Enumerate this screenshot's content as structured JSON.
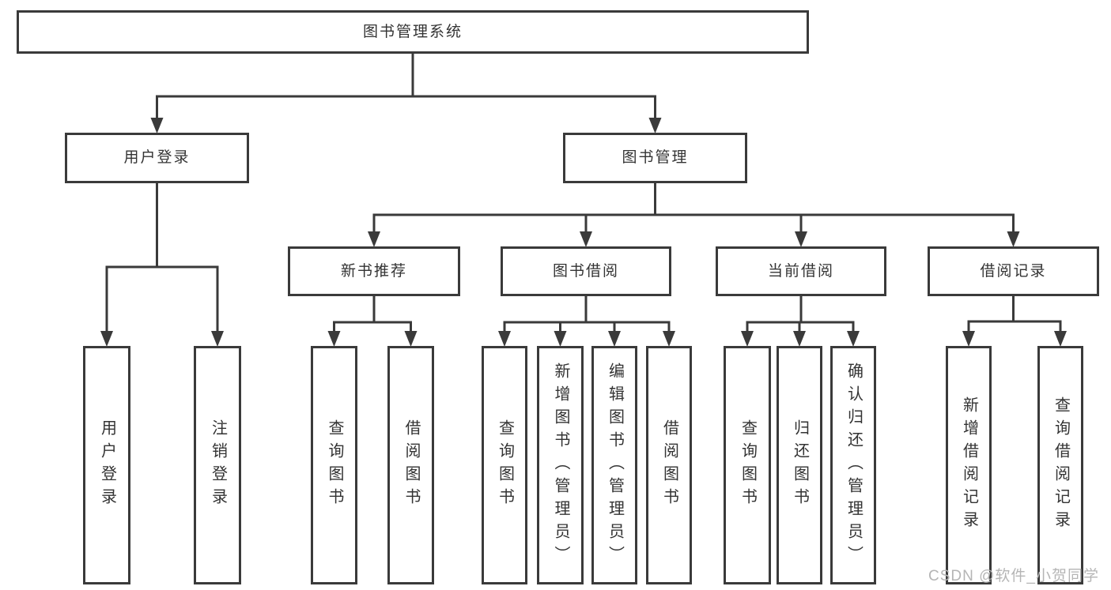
{
  "diagram": {
    "nodes": [
      {
        "id": "root",
        "label": "图书管理系统",
        "parent": null
      },
      {
        "id": "user-login",
        "label": "用户登录",
        "parent": "root"
      },
      {
        "id": "book-mgmt",
        "label": "图书管理",
        "parent": "root"
      },
      {
        "id": "new-book-rec",
        "label": "新书推荐",
        "parent": "book-mgmt"
      },
      {
        "id": "book-borrow",
        "label": "图书借阅",
        "parent": "book-mgmt"
      },
      {
        "id": "current-borrow",
        "label": "当前借阅",
        "parent": "book-mgmt"
      },
      {
        "id": "borrow-records",
        "label": "借阅记录",
        "parent": "book-mgmt"
      },
      {
        "id": "leaf-user-login",
        "label": "用户登录",
        "parent": "user-login"
      },
      {
        "id": "leaf-logout",
        "label": "注销登录",
        "parent": "user-login"
      },
      {
        "id": "leaf-nb-query-books",
        "label": "查询图书",
        "parent": "new-book-rec"
      },
      {
        "id": "leaf-nb-borrow-books",
        "label": "借阅图书",
        "parent": "new-book-rec"
      },
      {
        "id": "leaf-bb-query-books",
        "label": "查询图书",
        "parent": "book-borrow"
      },
      {
        "id": "leaf-bb-add-books-admin",
        "label": "新增图书（管理员）",
        "parent": "book-borrow"
      },
      {
        "id": "leaf-bb-edit-books-admin",
        "label": "编辑图书（管理员）",
        "parent": "book-borrow"
      },
      {
        "id": "leaf-bb-borrow-books",
        "label": "借阅图书",
        "parent": "book-borrow"
      },
      {
        "id": "leaf-cb-query-books",
        "label": "查询图书",
        "parent": "current-borrow"
      },
      {
        "id": "leaf-cb-return-books",
        "label": "归还图书",
        "parent": "current-borrow"
      },
      {
        "id": "leaf-cb-confirm-return-admin",
        "label": "确认归还（管理员）",
        "parent": "current-borrow"
      },
      {
        "id": "leaf-br-add-record",
        "label": "新增借阅记录",
        "parent": "borrow-records"
      },
      {
        "id": "leaf-br-query-record",
        "label": "查询借阅记录",
        "parent": "borrow-records"
      }
    ]
  },
  "watermark": {
    "text": "CSDN @软件_小贺同学"
  },
  "colors": {
    "line": "#3a3a3a",
    "text": "#333333",
    "watermark": "#b5b5b5",
    "background": "#ffffff"
  }
}
